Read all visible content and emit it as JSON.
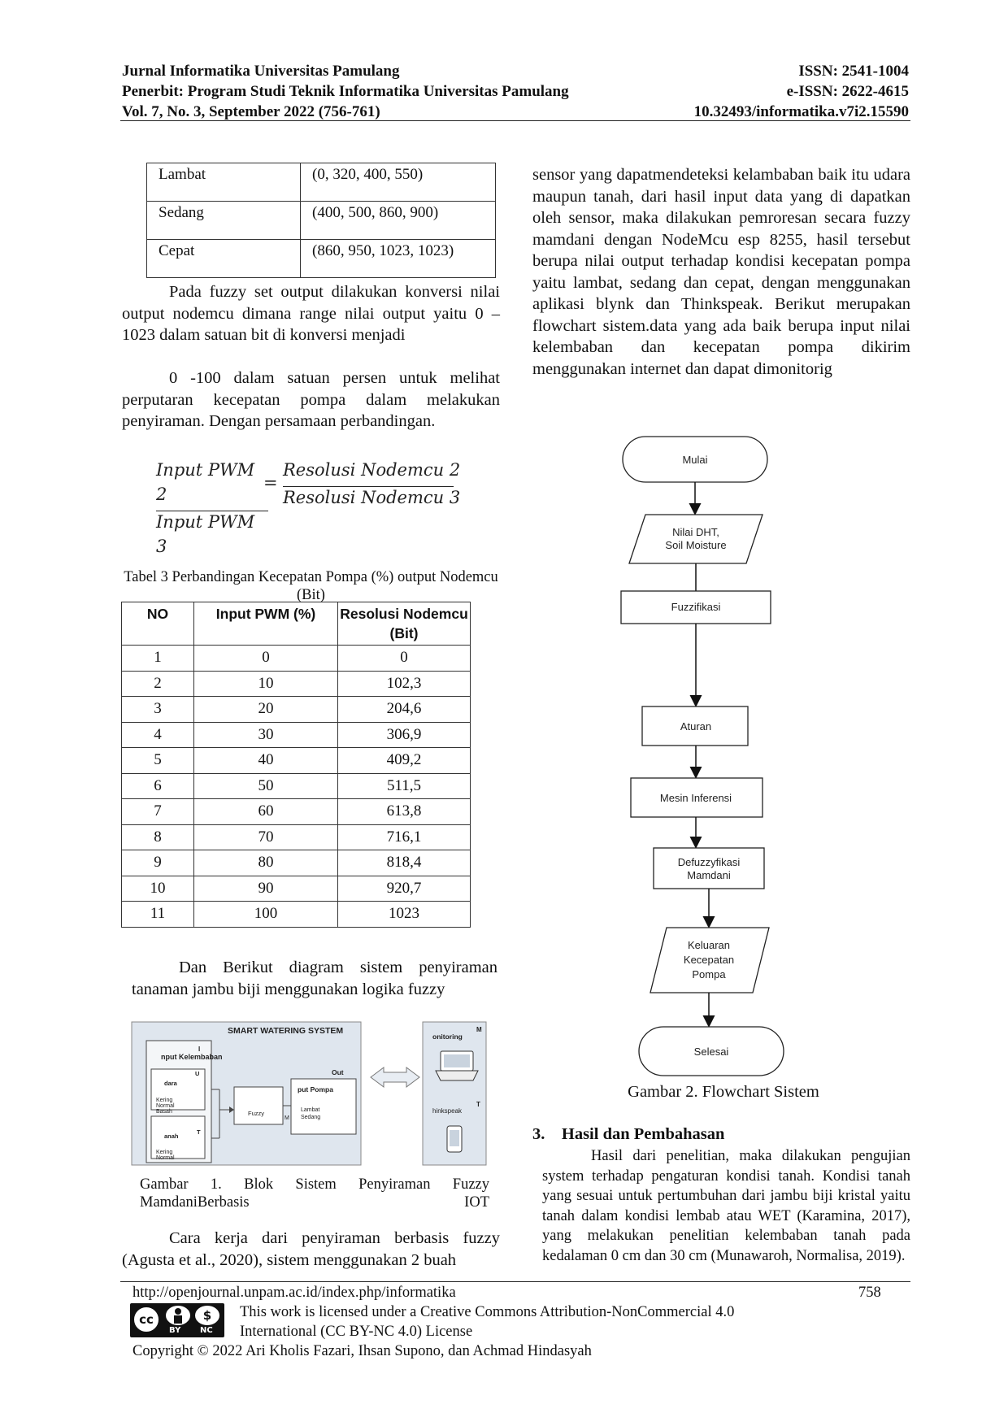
{
  "header": {
    "left": [
      "Jurnal Informatika Universitas Pamulang",
      "Penerbit: Program Studi Teknik Informatika Universitas Pamulang",
      "Vol. 7, No. 3, September 2022 (756-761)"
    ],
    "right": [
      "ISSN: 2541-1004",
      "e-ISSN: 2622-4615",
      "10.32493/informatika.v7i2.15590"
    ]
  },
  "table_fuzzy": [
    [
      "Lambat",
      "(0, 320, 400, 550)"
    ],
    [
      "Sedang",
      "(400, 500, 860, 900)"
    ],
    [
      "Cepat",
      "(860, 950, 1023, 1023)"
    ]
  ],
  "left_col": {
    "p1": "Pada fuzzy set output dilakukan konversi nilai output nodemcu dimana range nilai output yaitu 0 – 1023 dalam satuan bit di konversi menjadi",
    "p2": "0 -100 dalam satuan persen untuk melihat perputaran kecepatan pompa dalam melakukan penyiraman. Dengan persamaan perbandingan.",
    "formula": {
      "num_left_1": "Input PWM",
      "num_left_2": "2",
      "den_left_1": "Input PWM",
      "den_left_2": "3",
      "eq": "=",
      "num_right": "Resolusi Nodemcu 2",
      "den_right": "Resolusi Nodemcu 3"
    },
    "table3_caption": "Tabel 3 Perbandingan Kecepatan Pompa (%) output Nodemcu (Bit)",
    "table3_headers": [
      "NO",
      "Input PWM (%)",
      "Resolusi Nodemcu (Bit)"
    ],
    "table3_rows": [
      [
        "1",
        "0",
        "0"
      ],
      [
        "2",
        "10",
        "102,3"
      ],
      [
        "3",
        "20",
        "204,6"
      ],
      [
        "4",
        "30",
        "306,9"
      ],
      [
        "5",
        "40",
        "409,2"
      ],
      [
        "6",
        "50",
        "511,5"
      ],
      [
        "7",
        "60",
        "613,8"
      ],
      [
        "8",
        "70",
        "716,1"
      ],
      [
        "9",
        "80",
        "818,4"
      ],
      [
        "10",
        "90",
        "920,7"
      ],
      [
        "11",
        "100",
        "1023"
      ]
    ],
    "p3": "Dan Berikut diagram sistem penyiraman tanaman jambu biji menggunakan logika fuzzy",
    "fig1_caption": "Gambar 1. Blok Sistem Penyiraman Fuzzy MamdaniBerbasis IOT",
    "p4": "Cara kerja dari penyiraman berbasis fuzzy (Agusta et al., 2020), sistem menggunakan 2 buah"
  },
  "block_diagram": {
    "title": "SMART WATERING SYSTEM",
    "input_label": "nput Kelembaban",
    "udara": "dara",
    "udara_items": [
      "Kering",
      "Normal",
      "Basah"
    ],
    "tanah": "anah",
    "tanah_items": [
      "Kering",
      "Normal"
    ],
    "fuzzy": "Fuzzy",
    "output_label": "put Pompa",
    "out": "Out",
    "output_items": [
      "Lambat",
      "Sedang"
    ],
    "u_mark": "U",
    "i_mark": "I",
    "t_mark": "T",
    "m_mark": "M",
    "monitoring": "onitoring",
    "m_corner": "M",
    "t_right": "T",
    "thingspeak": "hinkspeak"
  },
  "right_col": {
    "p1": "sensor yang dapatmendeteksi kelambaban baik itu udara maupun tanah, dari hasil input data yang di dapatkan oleh sensor, maka dilakukan pemroresan secara fuzzy mamdani dengan NodeMcu esp 8255, hasil tersebut berupa nilai output terhadap kondisi kecepatan pompa yaitu lambat, sedang dan cepat, dengan menggunakan aplikasi blynk dan Thinkspeak. Berikut merupakan flowchart sistem.data yang ada baik berupa input nilai kelembaban dan kecepatan pompa dikirim menggunakan internet dan dapat dimonitorig",
    "fig2_caption": "Gambar 2. Flowchart Sistem",
    "section_title": "3.    Hasil dan Pembahasan",
    "p2": "Hasil dari penelitian, maka dilakukan pengujian system terhadap pengaturan kondisi tanah. Kondisi tanah yang sesuai untuk pertumbuhan dari jambu biji kristal yaitu tanah dalam kondisi lembab atau WET (Karamina, 2017), yang melakukan penelitian kelembaban tanah pada kedalaman 0 cm dan 30 cm (Munawaroh, Normalisa, 2019)."
  },
  "flowchart": {
    "start": "Mulai",
    "input_1": "Nilai DHT,",
    "input_2": "Soil Moisture",
    "fuzz": "Fuzzifikasi",
    "rules": "Aturan",
    "inference": "Mesin Inferensi",
    "defuzz_1": "Defuzzyfikasi",
    "defuzz_2": "Mamdani",
    "out_1": "Keluaran",
    "out_2": "Kecepatan",
    "out_3": "Pompa",
    "end": "Selesai"
  },
  "footer": {
    "url": "http://openjournal.unpam.ac.id/index.php/informatika",
    "page": "758",
    "license_1": "This work is licensed under a Creative Commons Attribution-NonCommercial 4.0",
    "license_2": "International (CC BY-NC 4.0) License",
    "copyright": "Copyright © 2022 Ari Kholis Fazari, Ihsan Supono, dan Achmad Hindasyah",
    "cc_text": "cc",
    "by": "BY",
    "nc": "NC"
  }
}
